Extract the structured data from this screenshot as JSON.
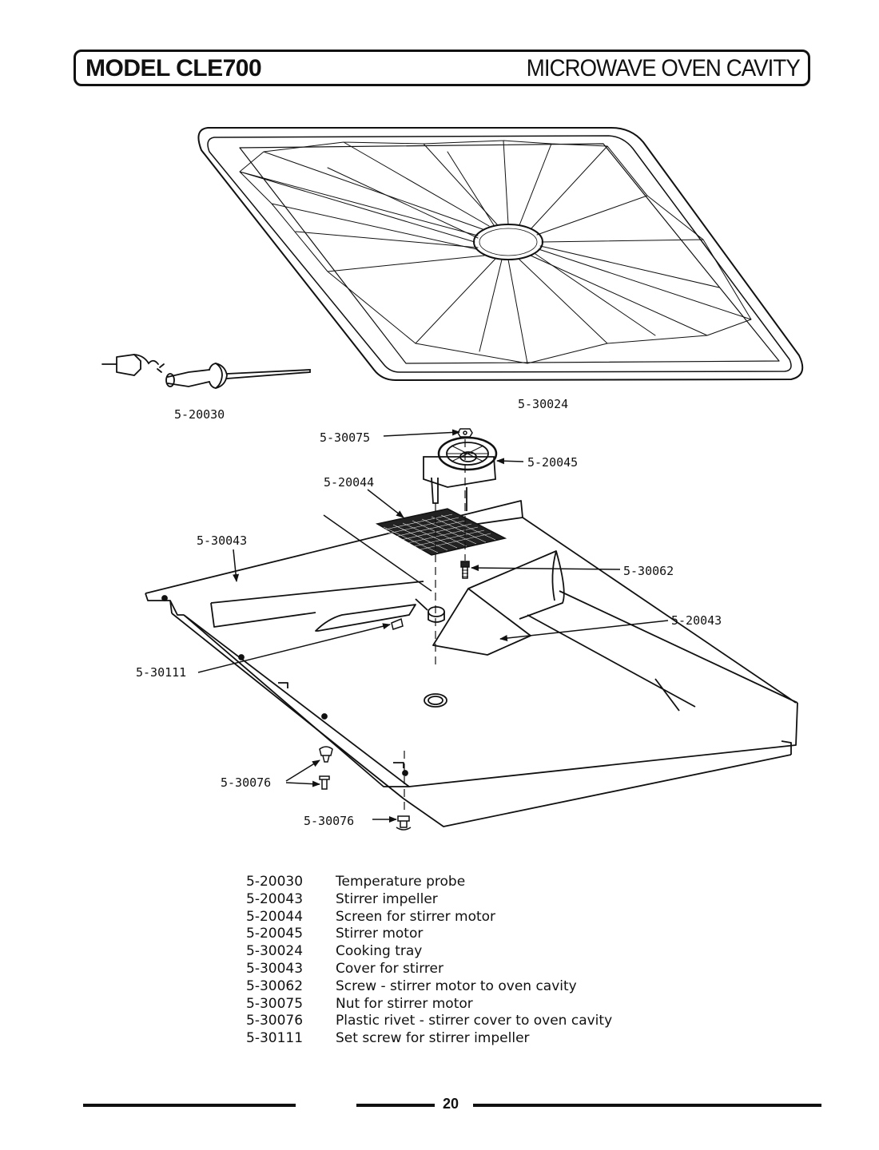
{
  "header": {
    "model": "MODEL CLE700",
    "section": "MICROWAVE OVEN CAVITY"
  },
  "callouts": {
    "probe": "5-20030",
    "tray": "5-30024",
    "nut": "5-30075",
    "motor": "5-20045",
    "screen": "5-20044",
    "cover": "5-30043",
    "screw": "5-30062",
    "impeller": "5-20043",
    "setscrew": "5-30111",
    "rivet_pair": "5-30076",
    "rivet_single": "5-30076"
  },
  "legend": [
    {
      "code": "5-20030",
      "desc": "Temperature probe"
    },
    {
      "code": "5-20043",
      "desc": "Stirrer impeller"
    },
    {
      "code": "5-20044",
      "desc": "Screen for stirrer motor"
    },
    {
      "code": "5-20045",
      "desc": "Stirrer motor"
    },
    {
      "code": "5-30024",
      "desc": "Cooking tray"
    },
    {
      "code": "5-30043",
      "desc": "Cover for stirrer"
    },
    {
      "code": "5-30062",
      "desc": "Screw - stirrer motor to oven cavity"
    },
    {
      "code": "5-30075",
      "desc": "Nut for stirrer motor"
    },
    {
      "code": "5-30076",
      "desc": "Plastic rivet - stirrer cover to oven cavity"
    },
    {
      "code": "5-30111",
      "desc": "Set screw for stirrer impeller"
    }
  ],
  "footer": {
    "page_number": "20"
  }
}
